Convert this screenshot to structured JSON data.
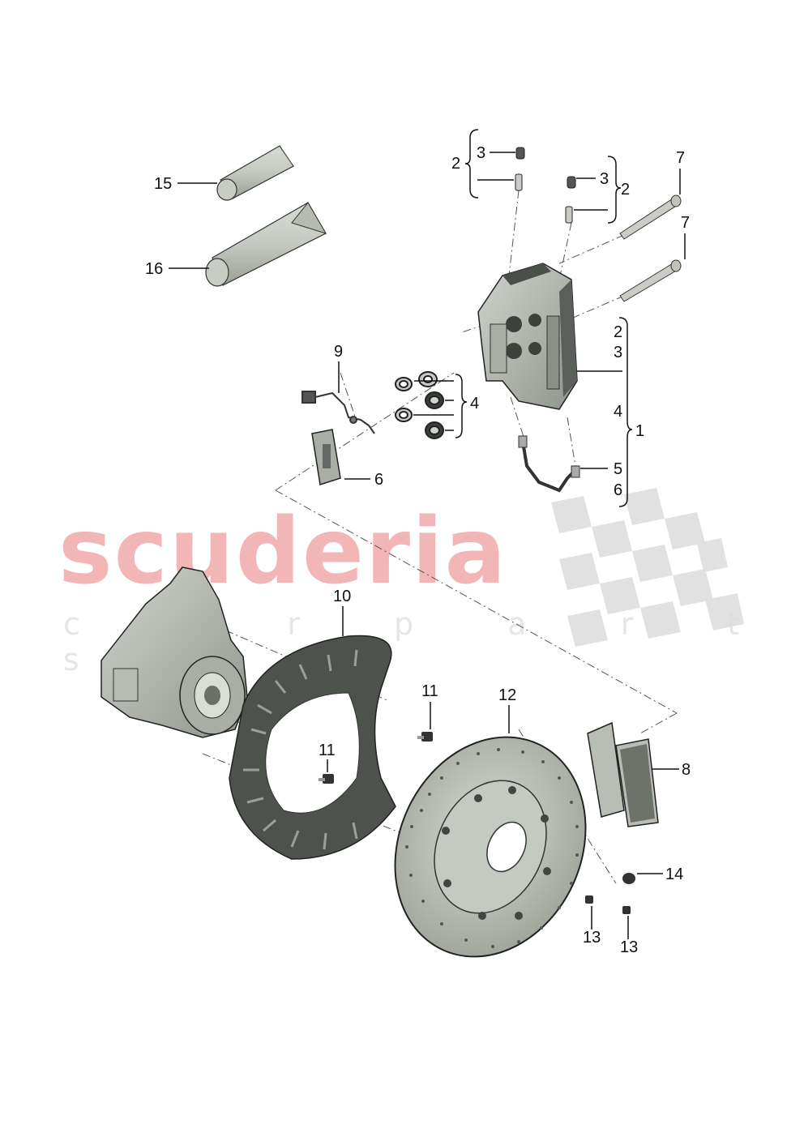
{
  "watermark": {
    "brand": "scuderia",
    "tagline": "c a r p a r t s",
    "brand_color": "#f2b0b0",
    "checker_color": "#d9d9d9"
  },
  "callouts": {
    "c1": "1",
    "c2a": "2",
    "c2b": "2",
    "c2c": "2",
    "c3a": "3",
    "c3b": "3",
    "c3c": "3",
    "c4a": "4",
    "c4b": "4",
    "c5": "5",
    "c6a": "6",
    "c6b": "6",
    "c7a": "7",
    "c7b": "7",
    "c8": "8",
    "c9": "9",
    "c10": "10",
    "c11a": "11",
    "c11b": "11",
    "c12": "12",
    "c13a": "13",
    "c13b": "13",
    "c14": "14",
    "c15": "15",
    "c16": "16"
  },
  "parts": [
    {
      "number": "1",
      "name": "brake-caliper"
    },
    {
      "number": "4",
      "name": "caliper-seals"
    },
    {
      "number": "5",
      "name": "brake-line"
    },
    {
      "number": "6",
      "name": "pad-spring-clip"
    },
    {
      "number": "7",
      "name": "caliper-bolt"
    },
    {
      "number": "8",
      "name": "brake-pads"
    },
    {
      "number": "9",
      "name": "wear-sensor"
    },
    {
      "number": "10",
      "name": "dust-shield"
    },
    {
      "number": "11",
      "name": "shield-bolt"
    },
    {
      "number": "12",
      "name": "brake-disc"
    },
    {
      "number": "13",
      "name": "disc-screw"
    },
    {
      "number": "14",
      "name": "nut"
    },
    {
      "number": "15",
      "name": "grease-tube-small"
    },
    {
      "number": "16",
      "name": "grease-tube-large"
    }
  ]
}
